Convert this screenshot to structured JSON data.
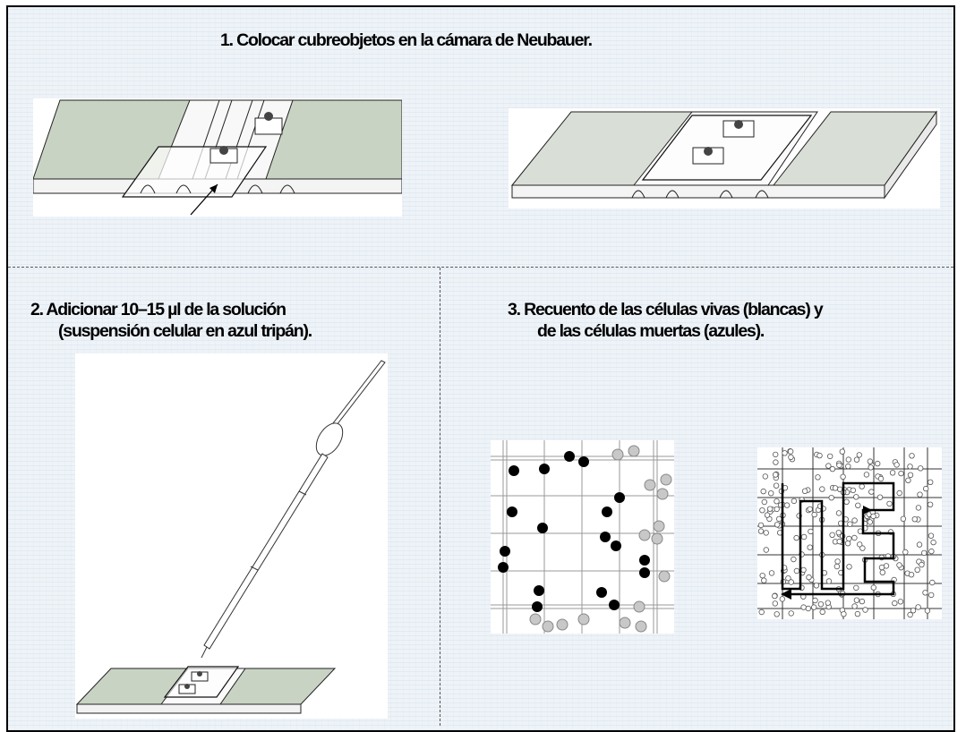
{
  "step1": {
    "title": "1. Colocar cubreobjetos en la cámara de Neubauer."
  },
  "step2": {
    "line1": "2. Adicionar 10–15 µl de la solución",
    "line2": "(suspensión celular en azul tripán)."
  },
  "step3": {
    "line1": "3. Recuento de las células vivas (blancas) y",
    "line2": "de las células muertas (azules)."
  },
  "colors": {
    "border": "#000000",
    "background": "#eef3f8",
    "slide_end": "#c9d3c4",
    "live_cell": "#c8c8c8",
    "dead_cell": "#000000"
  }
}
